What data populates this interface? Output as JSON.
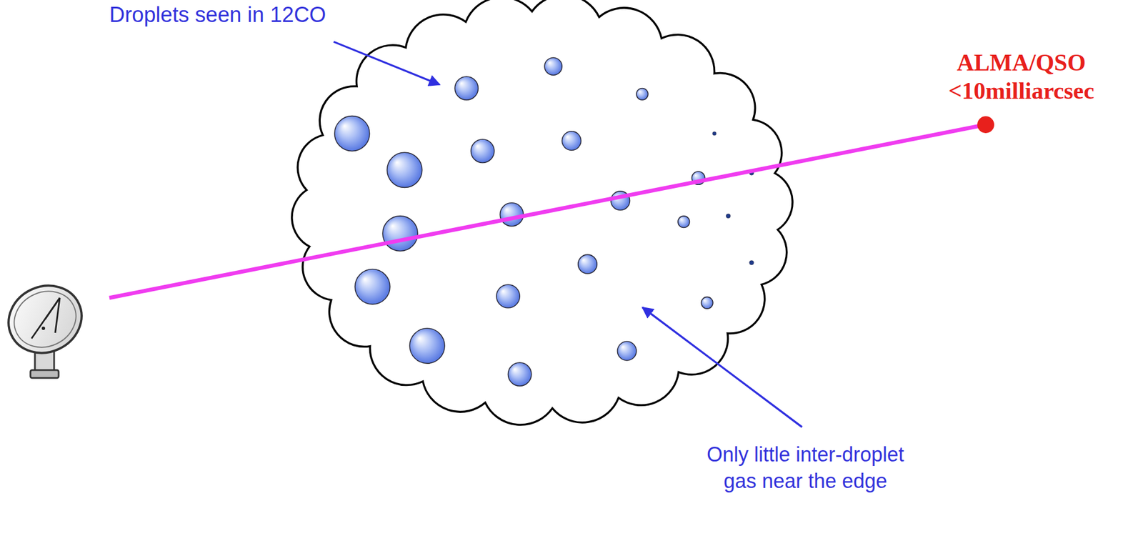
{
  "diagram": {
    "labels": [
      "Droplets seen in 12CO",
      "ALMA/QSO",
      "<10milliarcsec",
      "Only little inter-droplet gas near the edge"
    ]
  }
}
